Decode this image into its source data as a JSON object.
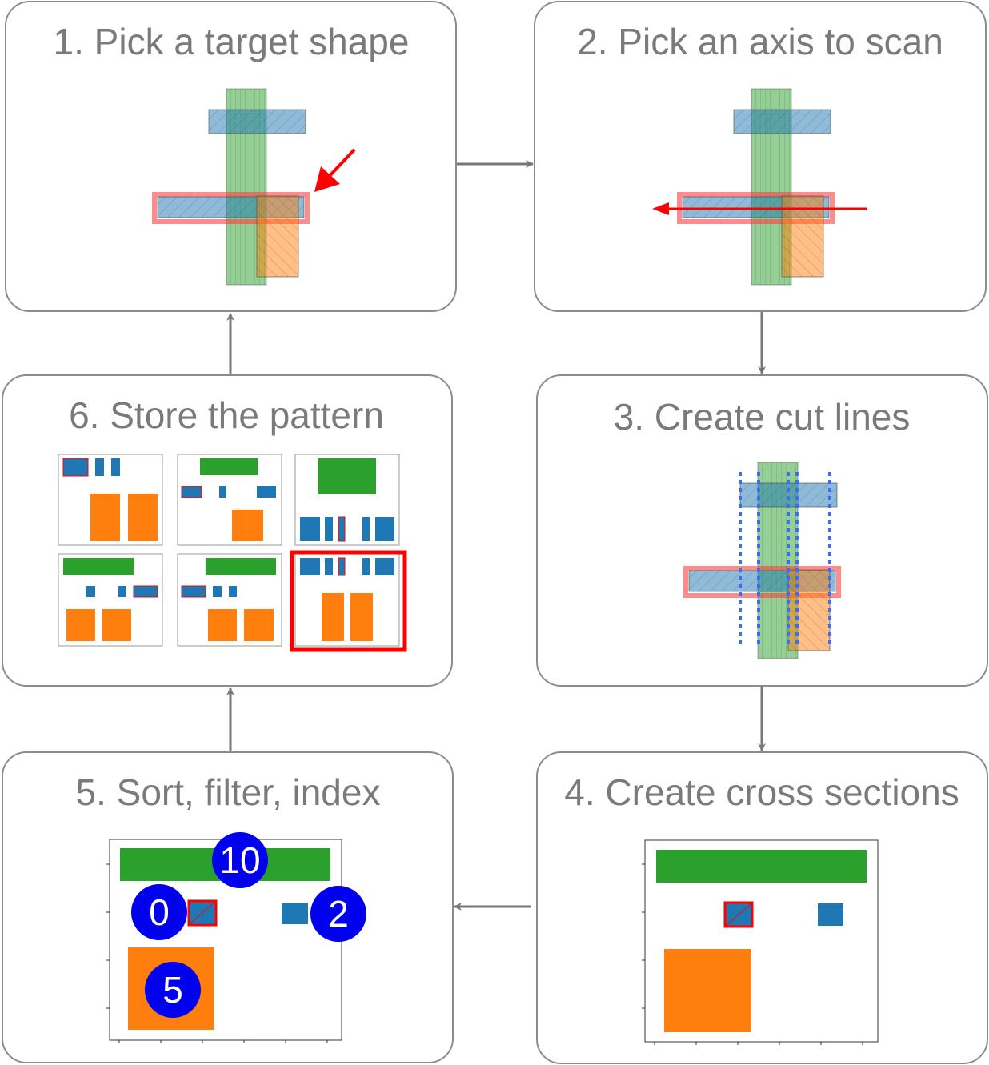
{
  "steps": [
    {
      "title": "1. Pick a target shape"
    },
    {
      "title": "2. Pick an axis to scan"
    },
    {
      "title": "3. Create cut lines"
    },
    {
      "title": "4. Create cross sections"
    },
    {
      "title": "5. Sort, filter, index"
    },
    {
      "title": "6. Store the pattern"
    }
  ],
  "index_badges": [
    "10",
    "0",
    "2",
    "5"
  ],
  "colors": {
    "blue_shape": "#1f77b4",
    "orange_shape": "#ff7f0e",
    "green_shape": "#2ca02c",
    "highlight": "#ff0000",
    "cut_line": "#3b6ff0",
    "index_badge": "#0000ee",
    "arrow": "#777777"
  }
}
